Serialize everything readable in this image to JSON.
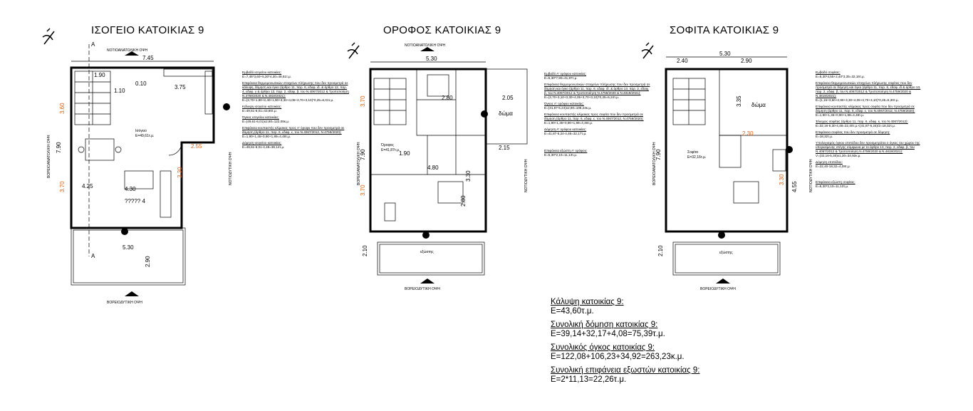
{
  "plans": [
    {
      "title": "ΙΣΟΓΕΙΟ ΚΑΤΟΙΚΙΑΣ 9",
      "top_facade": "ΝΟΤΙΟΑΝΑΤΟΛΙΚΗ ΟΨΗ",
      "bottom_facade": "ΒΟΡΕΙΟΔΥΤΙΚΗ ΟΨΗ",
      "left_facade": "ΒΟΡΕΙΟΑΝΑΤΟΛΙΚΗ ΟΨΗ",
      "right_facade": "ΝΟΤΙΟΔΥΤΙΚΗ ΟΨΗ",
      "section_mark": "A",
      "dims": {
        "top": "7.45",
        "bottom": "5.30",
        "left": "7.90",
        "inner1": "3.75",
        "inner2": "1.90",
        "balcony": "2.90",
        "a": "4.25",
        "b": "4.30",
        "c": "3.30",
        "d": "1.10",
        "e": "0.10"
      },
      "room_labels": [
        "Ισόγειο",
        "Ε=49,61τ.μ.",
        "????? 4"
      ],
      "notes": [
        {
          "heading": "Εμβαδό ισογείου κατοικίας:",
          "lines": [
            "Ε=7,45*3,60+5,30*4,30=49,61τ.μ."
          ]
        },
        {
          "heading": "Επιφάνεια θερμομονωτικών στοιχείων πλήρωσης που δεν προσμετρά σε κάλυψη, δόμηση και όγκο (άρθρο 11, παρ. 6, εδαφ. ιδ. & άρθρο 12, παρ. 4, εδαφ. γ & άρθρο 13, παρ. 2, εδαφ. β, του Ν.4067/2012 & Τροποποίηση Ν.4759/2020 & Ν.4819/2021):",
          "lines": [
            "Ε=(3,70+1,90+2,40+1,90+3,30+4,05+3,70+3,10)*0,25=6,01τ.μ."
          ]
        },
        {
          "heading": "Κάλυψη ισογείου κατοικίας:",
          "lines": [
            "Ε=49,61-6,01=43,60τ.μ."
          ]
        },
        {
          "heading": "Όγκος ισογείου κατοικίας:",
          "lines": [
            "Ε=(49,61-6,01)x2,80=122,08κ.μ."
          ]
        },
        {
          "heading": "Επιφάνεια κουπαστής κλίμακας προς Α' όροφο που δεν προσμετρά σε δόμηση (άρθρο 11, παρ. 6, εδαφ. ε, του Ν.4067/2012, Ν.4759/2020):",
          "lines": [
            "Ε=1,90+1,45+0,90+1,89=4,48τ.μ."
          ]
        },
        {
          "heading": "Δόμηση ισογείου κατοικίας:",
          "lines": [
            "Ε=49,61-6,01-4,48=39,14τ.μ."
          ]
        }
      ]
    },
    {
      "title": "ΟΡΟΦΟΣ ΚΑΤΟΙΚΙΑΣ 9",
      "top_facade": "ΝΟΤΙΟΑΝΑΤΟΛΙΚΗ ΟΨΗ",
      "bottom_facade": "ΒΟΡΕΙΟΔΥΤΙΚΗ ΟΨΗ",
      "left_facade": "ΒΟΡΕΙΟΑΝΑΤΟΛΙΚΗ ΟΨΗ",
      "right_facade": "ΝΟΤΙΟΔΥΤΙΚΗ ΟΨΗ",
      "dims": {
        "top": "5.30",
        "left": "7.90",
        "a": "2.80",
        "b": "2.05",
        "c": "2.15",
        "d": "1.90",
        "e": "4.80",
        "f": "3.30",
        "g": "2.10",
        "h": "2.80"
      },
      "room_labels": [
        "δώμα",
        "Όροφος",
        "Ε=41,87τ.μ.",
        "εξώστης"
      ],
      "notes": [
        {
          "heading": "Εμβαδό Α' ορόφου κατοικίας:",
          "lines": [
            "Ε=5,30*7,90=41,87τ.μ."
          ]
        },
        {
          "heading": "Επιφάνεια θερμομονωτικών στοιχείων πλήρωσης που δεν προσμετρά σε δόμηση και όγκο (άρθρο 11, παρ. 6, εδαφ. ιδ. & άρθρο 13, παρ. 2, εδαφ. β, του Ν.4067/2012 & Τροποποίηση Ν.4759/2020 & Ν.4819/2021):",
          "lines": [
            "Ε=(3,70+3,10+3,30+4,05+3,70+3,10)*0,25=5,24τ.μ."
          ]
        },
        {
          "heading": "Όγκος Α' ορόφου κατοικίας:",
          "lines": [
            "Ε=(41,87-5,24)x2,90=106,23κ.μ."
          ]
        },
        {
          "heading": "Επιφάνεια κουπαστής κλίμακας προς σοφίτα που δεν προσμετρά σε δόμηση (άρθρο 11, παρ. 6, εδαφ. ε, του Ν.4067/2012, Ν.4759/2020):",
          "lines": [
            "Ε=1,90+1,45+0,90+1,89=4,46τ.μ."
          ]
        },
        {
          "heading": "Δόμηση Α' ορόφου κατοικίας:",
          "lines": [
            "Ε=41,87-5,24-4,46=32,17τ.μ."
          ]
        },
        {
          "heading": "Επιφάνεια εξώστη Α' ορόφου:",
          "lines": [
            "Ε=5,30*2,10=11,13τ.μ."
          ]
        }
      ]
    },
    {
      "title": "ΣΟΦΙΤΑ ΚΑΤΟΙΚΙΑΣ 9",
      "bottom_facade": "ΒΟΡΕΙΟΔΥΤΙΚΗ ΟΨΗ",
      "left_facade": "ΒΟΡΕΙΟΑΝΑΤΟΛΙΚΗ ΟΨΗ",
      "right_facade": "ΝΟΤΙΟΔΥΤΙΚΗ ΟΨΗ",
      "dims": {
        "top": "5.30",
        "t1": "2.40",
        "t2": "2.90",
        "left": "7.90",
        "right": "4.55",
        "a": "3.35",
        "b": "2.30",
        "c": "3.30",
        "d": "2.10"
      },
      "room_labels": [
        "δώμα",
        "Σοφίτα",
        "Ε=32,16τ.μ.",
        "εξώστης"
      ],
      "notes": [
        {
          "heading": "Εμβαδό σοφίτας:",
          "lines": [
            "Ε=5,30*4,55+2,40*3,35=32,16τ.μ."
          ]
        },
        {
          "heading": "Επιφάνεια θερμομονωτικών στοιχείων πλήρωσης σοφίτας που δεν προσμετρά σε δόμηση και όγκο (άρθρο 11, παρ. 6, εδαφ. ιδ & άρθρο 13, παρ. 2, εδαφ. β, του Ν.4067/2012 & Τροποποίηση Ν.4759/2020 & Ν.4819/2021):",
          "lines": [
            "Ε=(1,15+3,60+2,90+3,30+4,05+3,70+3,10)*0,25=5,30τ.μ."
          ]
        },
        {
          "heading": "Επιφάνεια κουπαστής κλίμακας προς σοφίτα που δεν προσμετρά σε δόμηση (άρθρο 11, παρ. 6, εδαφ. ε, του Ν.4067/2012, Ν.4759/2020):",
          "lines": [
            "Ε=1,90+1,45+0,90+1,89=4,48τ.μ."
          ]
        },
        {
          "heading": "Έλεγχος σοφίτας (άρθρο 11, παρ. 6, εδαφ. κ, του Ν.4067/2012):",
          "lines": [
            "Ε=32,16-5,30-4,48=22,40τ.μ.<(41,87-5,24)/2=18,32τ.μ."
          ]
        },
        {
          "heading": "Επιφάνεια σοφίτας που δεν προσμετρά σε δόμηση:",
          "lines": [
            "Ε=18,32τ.μ."
          ]
        },
        {
          "heading": "Υπολογισμός όγκου επιπέδου δεν προσμετράται ο όγκος του χώρου της υπερκείμενης στέγης σύμφωνα με το άρθρο 13, παρ. 2, εδαφ. β, του Ν.4067/2012 & Τροποποίηση Ν.4759/2020 & Ν.4819/2021):",
          "lines": [
            "V=(32,16-5,30)x1,30=34,92κ.μ."
          ]
        },
        {
          "heading": "Δόμηση επιπέδου:",
          "lines": [
            "Ε=22,40-18,32=4,08τ.μ."
          ]
        },
        {
          "heading": "Επιφάνεια εξώστη σοφίτας:",
          "lines": [
            "Ε=5,30*2,10=11,13τ.μ."
          ]
        }
      ]
    }
  ],
  "summary": [
    {
      "heading": "Κάλυψη κατοικίας 9:",
      "value": "Ε=43,60τ.μ."
    },
    {
      "heading": "Συνολική δόμηση κατοικίας 9:",
      "value": "Ε=39,14+32,17+4,08=75,39τ.μ."
    },
    {
      "heading": "Συνολικός όγκος κατοικίας 9:",
      "value": "Ε=122,08+106,23+34,92=263,23κ.μ."
    },
    {
      "heading": "Συνολική επιφάνεια εξωστών κατοικίας 9:",
      "value": "Ε=2*11,13=22,26τ.μ."
    }
  ],
  "colors": {
    "dimension": "#e06010",
    "line": "#000000"
  }
}
